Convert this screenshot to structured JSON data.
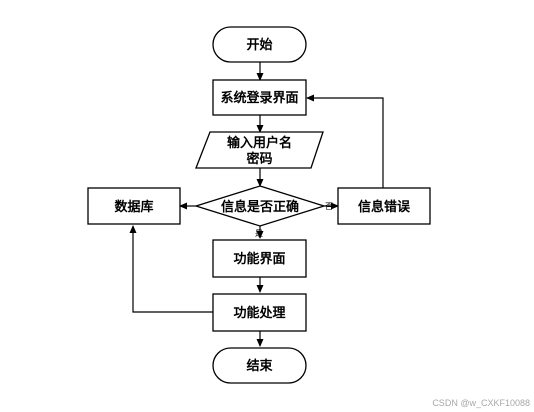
{
  "diagram": {
    "nodes": {
      "start": "开始",
      "login_page": "系统登录界面",
      "input_line1": "输入用户名",
      "input_line2": "密码",
      "check": "信息是否正确",
      "database": "数据库",
      "error": "信息错误",
      "function_page": "功能界面",
      "function_process": "功能处理",
      "end": "结束"
    },
    "edge_labels": {
      "no": "否",
      "yes": "是"
    }
  },
  "watermark": "CSDN @w_CXKF10088"
}
